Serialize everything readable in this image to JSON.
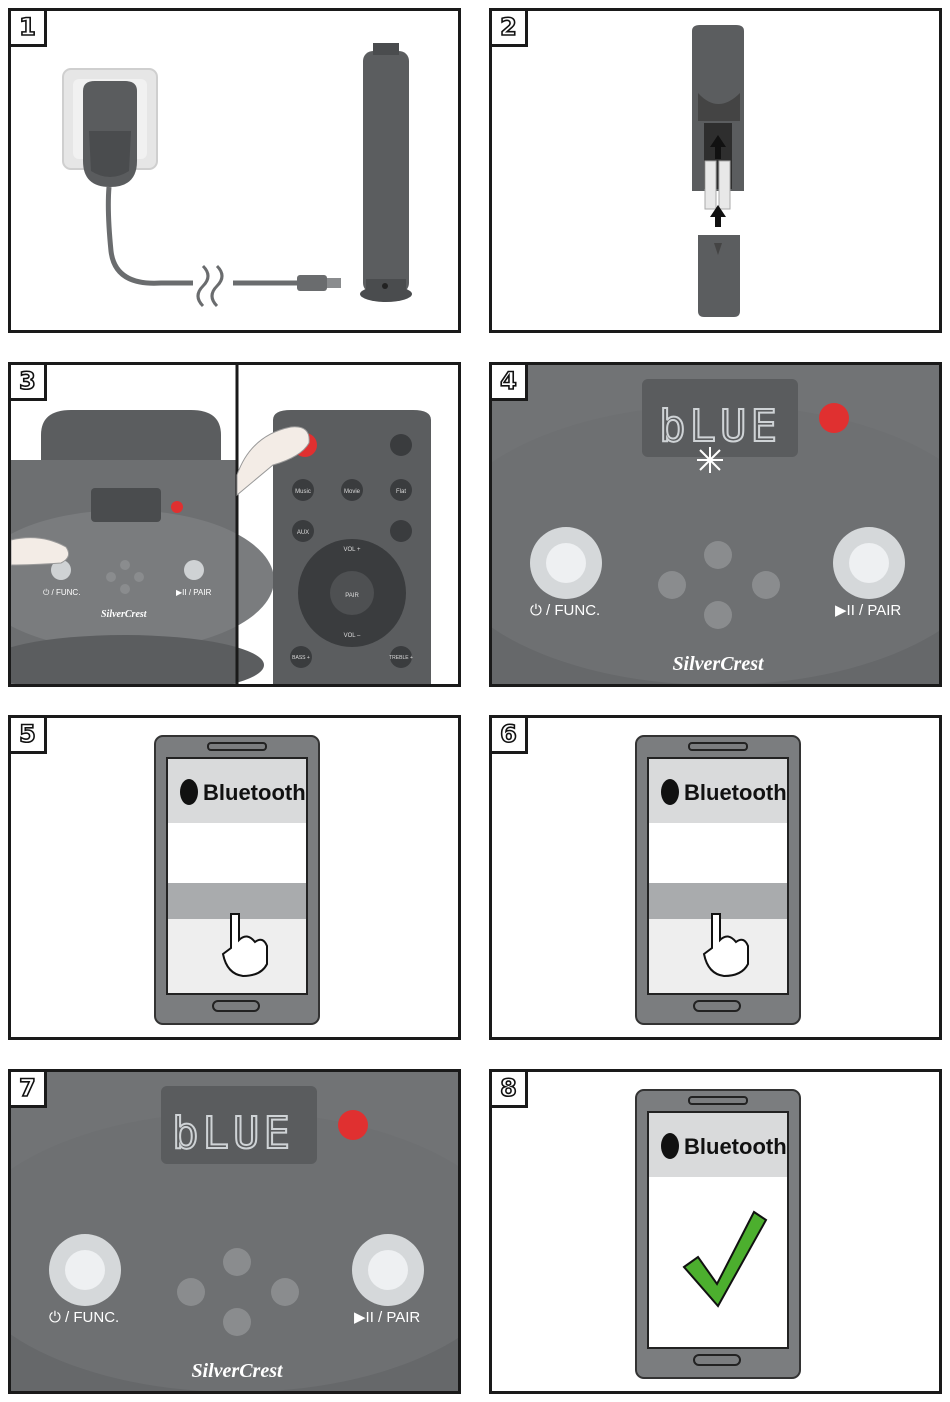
{
  "panels": [
    {
      "number": "1"
    },
    {
      "number": "2"
    },
    {
      "number": "3"
    },
    {
      "number": "4"
    },
    {
      "number": "5"
    },
    {
      "number": "6"
    },
    {
      "number": "7"
    },
    {
      "number": "8"
    }
  ],
  "speaker_panel": {
    "func_label": "⏻ / FUNC.",
    "pair_label": "▶II / PAIR",
    "brand": "SilverCrest",
    "display_text": "bLUE"
  },
  "small_panel": {
    "func_label": "⏻ / FUNC.",
    "pair_label": "▶II / PAIR",
    "brand": "SilverCrest"
  },
  "remote": {
    "buttons": [
      "Music",
      "Movie",
      "Flat",
      "AUX"
    ],
    "vol_up": "VOL +",
    "vol_down": "VOL –",
    "play_pair": "PAIR",
    "bass": "BASS +",
    "treble": "TREBLE +"
  },
  "phone": {
    "bluetooth_label": "Bluetooth"
  },
  "icons": {
    "finger": "pointing-hand-icon",
    "check": "checkmark-icon",
    "bluetooth": "bluetooth-icon",
    "power": "power-icon"
  },
  "colors": {
    "speaker_dark": "#5b5d5f",
    "panel_gray": "#6d6f71",
    "red_led": "#e03030",
    "check_green": "#4caf2e"
  }
}
